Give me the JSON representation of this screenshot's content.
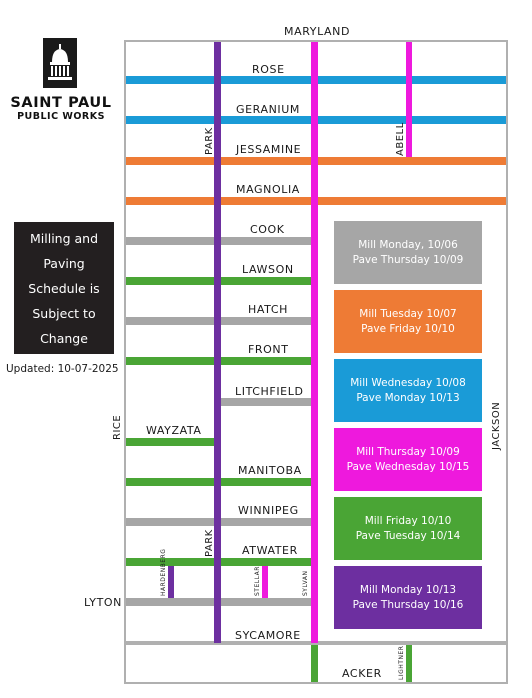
{
  "brand": {
    "name": "SAINT PAUL",
    "subname": "PUBLIC WORKS",
    "logo_icon": "capitol-dome-icon"
  },
  "notice": {
    "text": "Milling and Paving Schedule is Subject to Change",
    "updated": "Updated: 10-07-2025"
  },
  "colors": {
    "blue": "#1a9bd7",
    "orange": "#ee7b35",
    "gray": "#a6a6a6",
    "green": "#4aa535",
    "magenta": "#ee19dd",
    "purple": "#6d2fa0",
    "border": "#b0b0b0"
  },
  "streets": {
    "maryland": "MARYLAND",
    "rose": "ROSE",
    "geranium": "GERANIUM",
    "jessamine": "JESSAMINE",
    "magnolia": "MAGNOLIA",
    "cook": "COOK",
    "lawson": "LAWSON",
    "hatch": "HATCH",
    "front": "FRONT",
    "litchfield": "LITCHFIELD",
    "wayzata": "WAYZATA",
    "manitoba": "MANITOBA",
    "winnipeg": "WINNIPEG",
    "atwater": "ATWATER",
    "lyton": "LYTON",
    "sycamore": "SYCAMORE",
    "acker": "ACKER",
    "rice": "RICE",
    "jackson": "JACKSON",
    "park": "PARK",
    "abell": "ABELL",
    "hardenberg": "HARDENBERG",
    "stellar": "STELLAR",
    "sylvan": "SYLVAN",
    "lightner": "LIGHTNER"
  },
  "legend": [
    {
      "mill": "Mill Monday, 10/06",
      "pave": "Pave Thursday 10/09",
      "color": "#a6a6a6"
    },
    {
      "mill": "Mill Tuesday 10/07",
      "pave": "Pave Friday 10/10",
      "color": "#ee7b35"
    },
    {
      "mill": "Mill Wednesday 10/08",
      "pave": "Pave Monday 10/13",
      "color": "#1a9bd7"
    },
    {
      "mill": "Mill Thursday 10/09",
      "pave": "Pave Wednesday 10/15",
      "color": "#ee19dd"
    },
    {
      "mill": "Mill Friday 10/10",
      "pave": "Pave Tuesday 10/14",
      "color": "#4aa535"
    },
    {
      "mill": "Mill Monday 10/13",
      "pave": "Pave Thursday 10/16",
      "color": "#6d2fa0"
    }
  ]
}
